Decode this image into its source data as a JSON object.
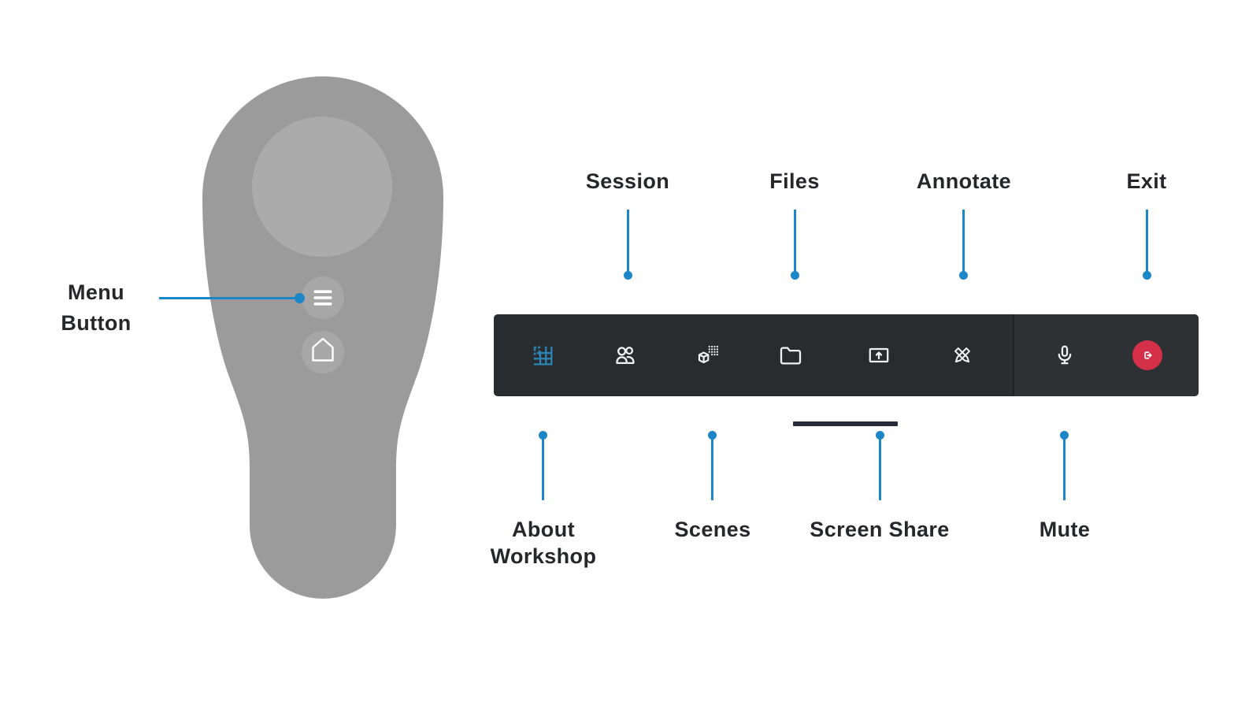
{
  "canvas": {
    "background": "#ffffff",
    "accent": "#1b87c9"
  },
  "controller": {
    "description": "VR motion controller",
    "menu_button_icon": "hamburger-icon",
    "home_button_icon": "home-icon",
    "colors": {
      "body": "#9b9b9b",
      "touchpad": "#ababab",
      "button": "#a7a7a7",
      "icon": "#ffffff"
    }
  },
  "toolbar": {
    "colors": {
      "background": "#292c2f",
      "right_section": "#2e3134",
      "divider": "#1f2225",
      "active_icon": "#2b84b5",
      "icon": "#f2f2f3",
      "exit_background": "#d4304a"
    },
    "buttons": [
      {
        "label": "About Workshop",
        "icon": "workshop-grid-icon",
        "active": true
      },
      {
        "label": "Session",
        "icon": "people-icon"
      },
      {
        "label": "Scenes",
        "icon": "cube-grid-icon"
      },
      {
        "label": "Files",
        "icon": "folder-icon"
      },
      {
        "label": "Screen Share",
        "icon": "screen-share-icon"
      },
      {
        "label": "Annotate",
        "icon": "crossed-pencils-icon"
      },
      {
        "label": "Mute",
        "icon": "microphone-icon"
      },
      {
        "label": "Exit",
        "icon": "exit-icon"
      }
    ]
  },
  "callouts": {
    "menu": {
      "label": "Menu Button"
    },
    "top": [
      {
        "label": "Session"
      },
      {
        "label": "Files"
      },
      {
        "label": "Annotate"
      },
      {
        "label": "Exit"
      }
    ],
    "bottom": [
      {
        "label": "About Workshop"
      },
      {
        "label": "Scenes"
      },
      {
        "label": "Screen Share"
      },
      {
        "label": "Mute"
      }
    ]
  }
}
